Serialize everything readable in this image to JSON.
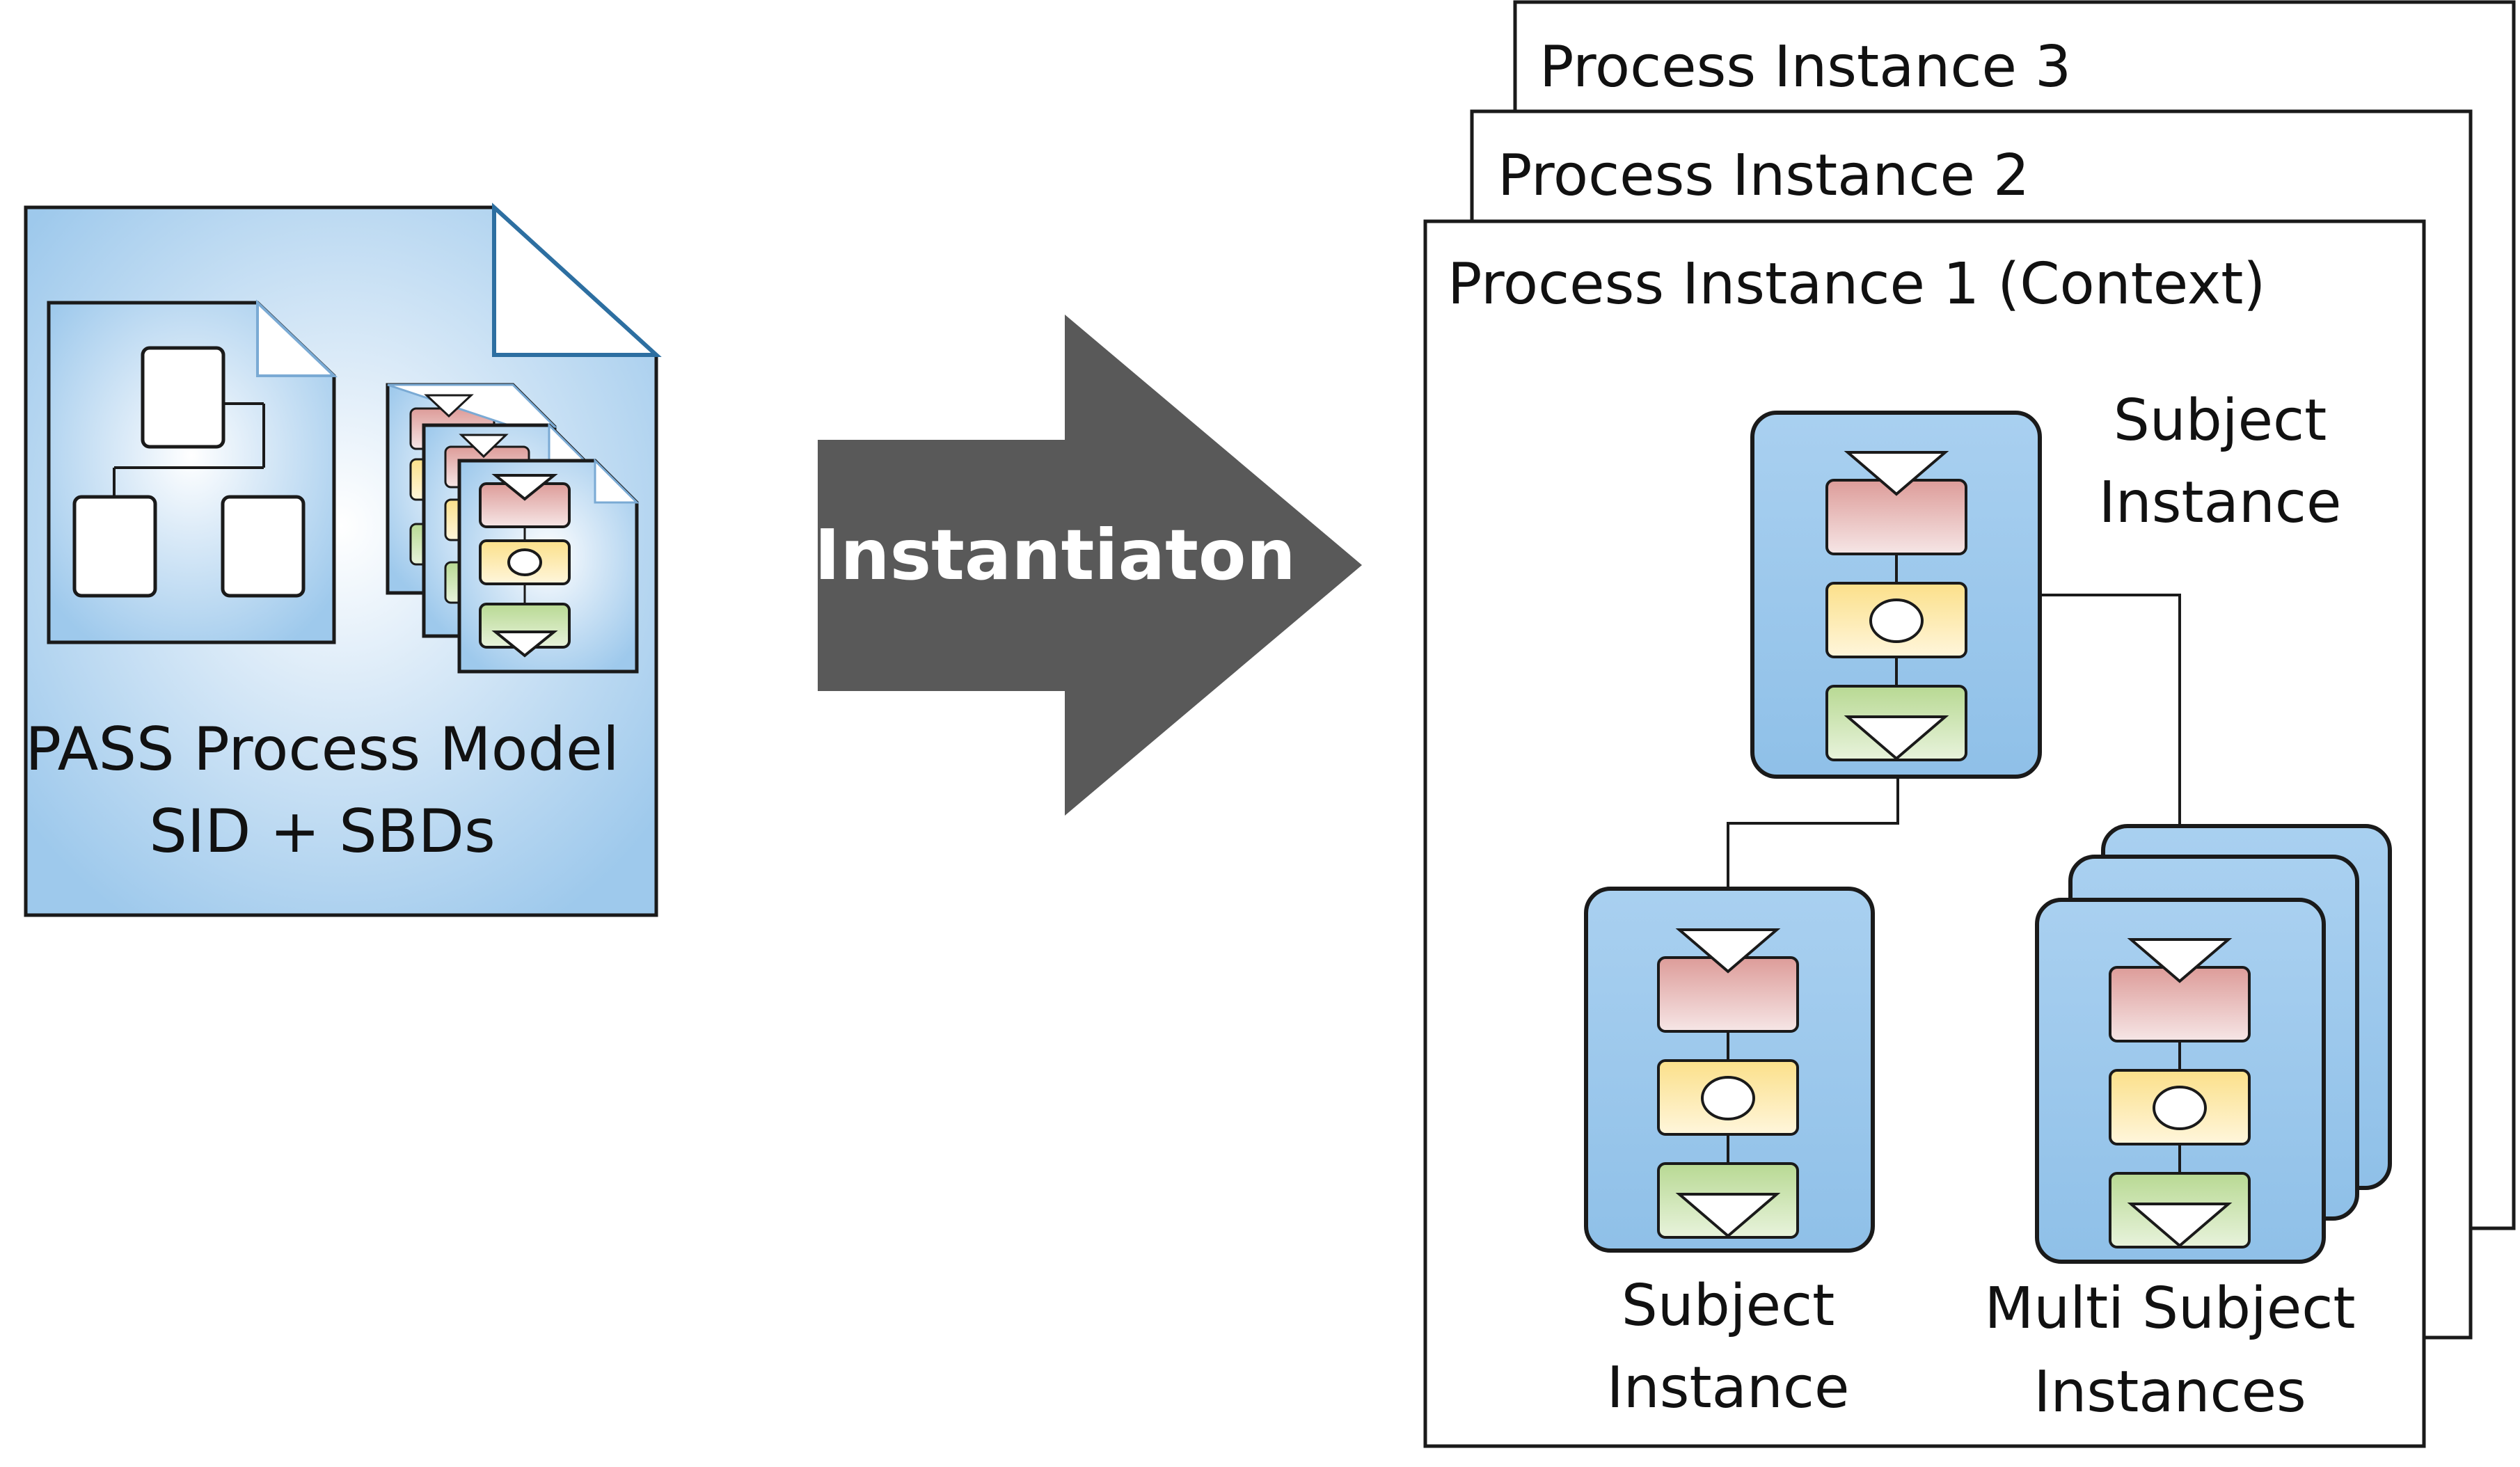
{
  "source": {
    "label_line1": "PASS Process Model",
    "label_line2": "SID + SBDs"
  },
  "transformation": {
    "label": "Instantiaton"
  },
  "process_instances": [
    {
      "label": "Process Instance 3"
    },
    {
      "label": "Process Instance 2"
    },
    {
      "label": "Process Instance 1 (Context)"
    }
  ],
  "subject_instances": {
    "top": {
      "label_line1": "Subject",
      "label_line2": "Instance"
    },
    "bottom_left": {
      "label_line1": "Subject",
      "label_line2": "Instance"
    },
    "multi": {
      "label_line1": "Multi Subject",
      "label_line2": "Instances"
    }
  },
  "colors": {
    "blue_fill_light": "#e8f2fb",
    "blue_fill": "#a9cfee",
    "blue_fill_dark": "#8dbde6",
    "send_state": "#e2a6a4",
    "function_state": "#fde59a",
    "receive_state": "#bedc9c",
    "arrow": "#595959",
    "outline": "#1a1a1a"
  }
}
